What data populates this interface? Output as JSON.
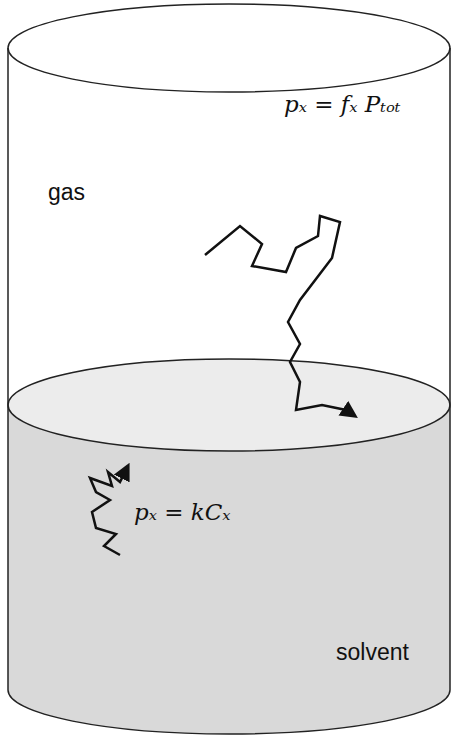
{
  "diagram": {
    "labels": [
      "gas",
      "pₓ = fₓ Pₜₒₜ",
      "pₓ = kCₓ",
      "solvent"
    ]
  }
}
